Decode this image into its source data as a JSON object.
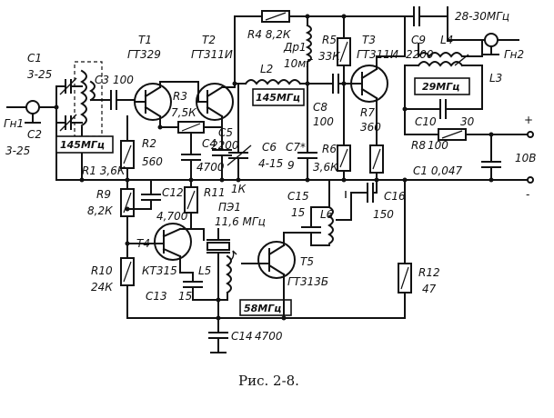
{
  "caption": "Рис. 2-8.",
  "labels": {
    "gn1": "Гн1",
    "c1": "C1",
    "c1_val": "3-25",
    "c2": "C2",
    "c2_val": "3-25",
    "c3": "C3",
    "c3_val": "100",
    "l1_tag": "145МГц",
    "r1": "R1 3,6К",
    "r2": "R2",
    "r2_val": "560",
    "t1": "T1",
    "t1_type": "ГТ329",
    "t2": "T2",
    "t2_type": "ГТ311И",
    "r3": "R3",
    "r3_val": "7,5К",
    "c4": "C4",
    "c4_val": "4700",
    "c5": "C5",
    "c5_val": "2200",
    "r4": "R4 8,2К",
    "dr1": "Др1",
    "dr1_val": "10мГ",
    "l2": "L2",
    "l2_tag": "145МГц",
    "c6": "C6",
    "c6_val": "4-15",
    "c7": "C7*",
    "c7_val": "9",
    "c8": "C8",
    "c8_val": "100",
    "r5": "R5",
    "r5_val": "33К",
    "r6": "R6",
    "r6_val": "3,6К",
    "t3": "T3",
    "t3_type": "ГТ311И",
    "r7": "R7",
    "r7_val": "360",
    "c9": "C9",
    "c9_val": "2200",
    "l4": "L4",
    "freq_out": "28-30МГц",
    "gn2": "Гн2",
    "l3": "L3",
    "l3_tag": "29МГц",
    "c10": "C10",
    "c10_val": "30",
    "r8": "R8",
    "r8_val": "100",
    "c_bypass": "C1 0,047",
    "plus": "+",
    "minus": "-",
    "supply": "10В",
    "r9": "R9",
    "r9_val": "8,2К",
    "c12": "C12",
    "c12_val": "4,700",
    "r11": "R11",
    "r11_val": "1К",
    "pz1": "ПЭ1",
    "pz1_val": "11,6 МГц",
    "c15": "C15",
    "c15_val": "15",
    "l6": "L6",
    "c16": "C16",
    "c16_val": "150",
    "t4": "T4",
    "t4_type": "КТ315",
    "r10": "R10",
    "r10_val": "24К",
    "l5": "L5",
    "c13": "C13",
    "c13_val": "15",
    "t5": "T5",
    "t5_type": "ГТ313Б",
    "l5_tag": "58МГц",
    "r12": "R12",
    "r12_val": "47",
    "c14": "C14",
    "c14_val": "4700"
  }
}
